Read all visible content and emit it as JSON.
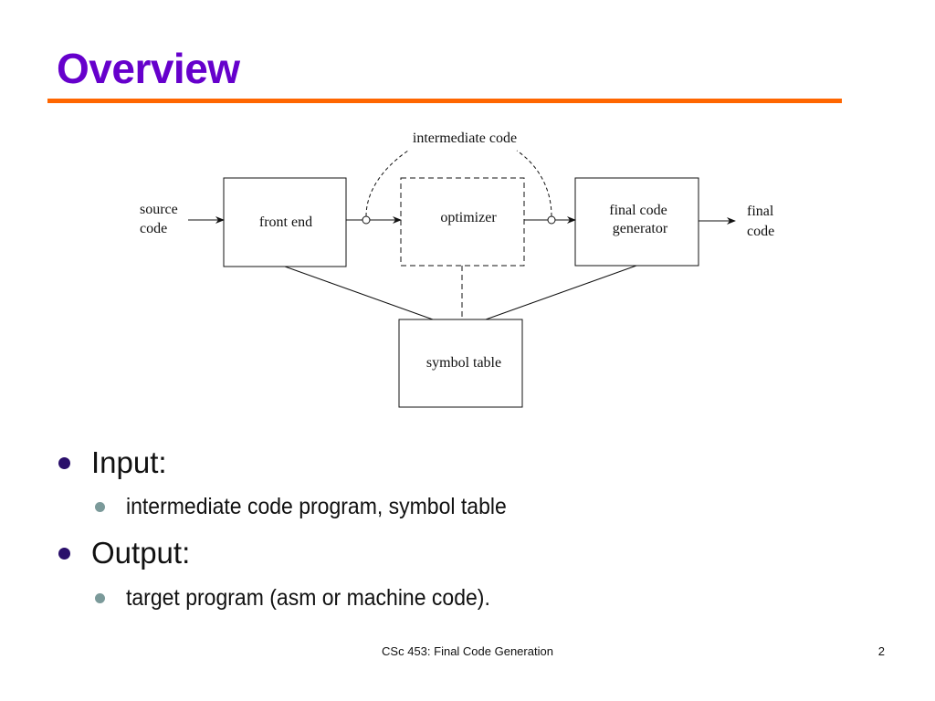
{
  "slide": {
    "title": "Overview"
  },
  "diagram": {
    "labels": {
      "intermediate_code": "intermediate code",
      "source_line1": "source",
      "source_line2": "code",
      "front_end": "front end",
      "optimizer": "optimizer",
      "final_code_gen_line1": "final code",
      "final_code_gen_line2": "generator",
      "final_line1": "final",
      "final_line2": "code",
      "symbol_table": "symbol table"
    }
  },
  "bullets": [
    {
      "level": 1,
      "text": "Input:"
    },
    {
      "level": 2,
      "text": "intermediate code program, symbol table"
    },
    {
      "level": 1,
      "text": "Output:"
    },
    {
      "level": 2,
      "text": "target program (asm or machine code)."
    }
  ],
  "footer": {
    "course": "CSc 453: Final Code Generation",
    "page_number": "2"
  },
  "colors": {
    "title": "#6600cc",
    "rule": "#ff6600",
    "bullet_level1": "#2a0f6b",
    "bullet_level2": "#7b9a9a"
  }
}
